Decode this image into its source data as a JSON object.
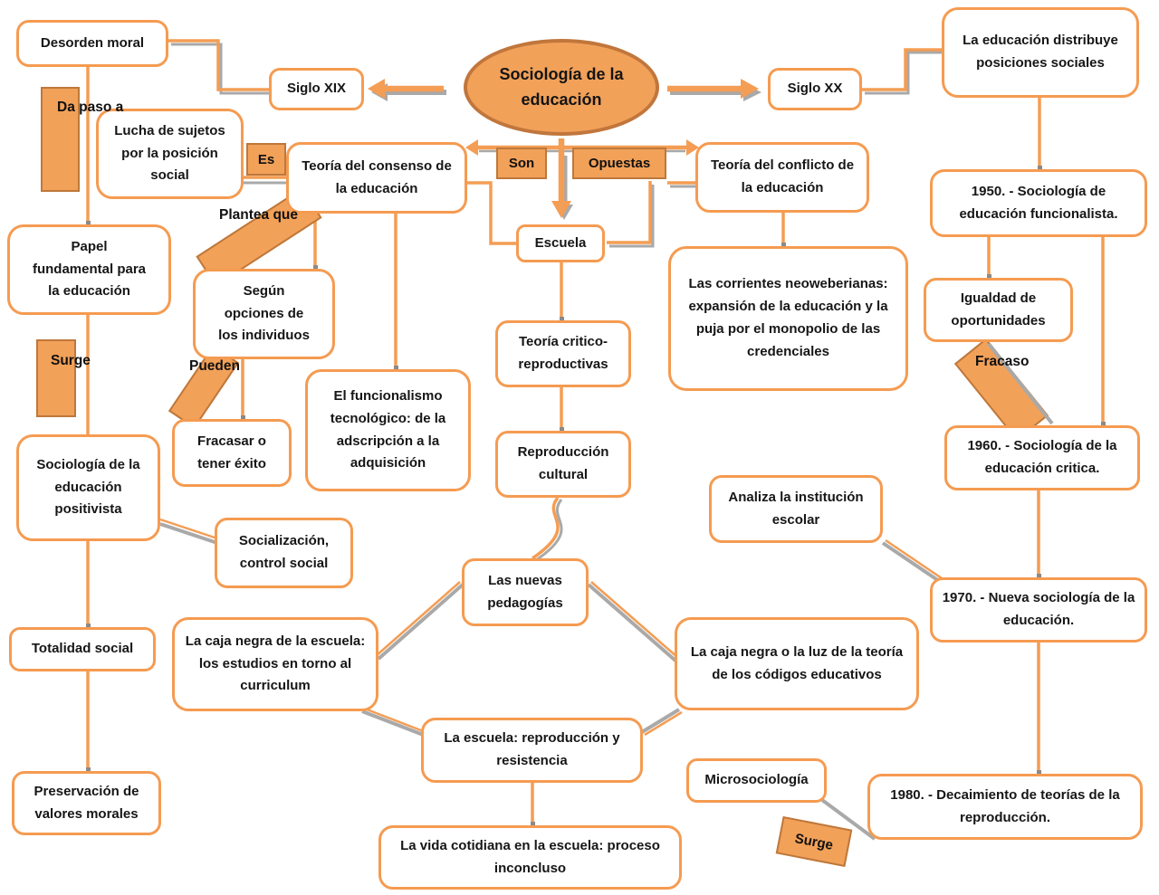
{
  "diagram_title": "Sociología de la educación",
  "colors": {
    "node_border": "#F59B51",
    "node_fill": "#FFFFFF",
    "accent_fill": "#F2A159",
    "accent_border": "#BE783B",
    "ellipse_border": "#C1763C",
    "connector": "#F49D54",
    "shadow_gray": "#A9A9A9",
    "text": "#161616"
  },
  "center": {
    "label": "Sociología de la educación"
  },
  "nodes": {
    "desorden_moral": {
      "label": "Desorden moral"
    },
    "siglo_xix": {
      "label": "Siglo XIX"
    },
    "siglo_xx": {
      "label": "Siglo XX"
    },
    "educacion_distribuye": {
      "label": "La educación distribuye posiciones sociales"
    },
    "lucha_sujetos": {
      "label": "Lucha de sujetos por la posición social"
    },
    "teoria_consenso": {
      "label": "Teoría del consenso de la educación"
    },
    "teoria_conflicto": {
      "label": "Teoría del conflicto de la educación"
    },
    "y1950": {
      "label": "1950. - Sociología de educación funcionalista."
    },
    "papel_fundamental": {
      "label": "Papel fundamental para la educación"
    },
    "segun_opciones": {
      "label": "Según opciones de los individuos"
    },
    "escuela": {
      "label": "Escuela"
    },
    "las_corrientes": {
      "label": "Las corrientes neoweberianas: expansión de la educación y la puja por el monopolio de las credenciales"
    },
    "igualdad": {
      "label": "Igualdad de oportunidades"
    },
    "teoria_critico": {
      "label": "Teoría critico-reproductivas"
    },
    "funcionalismo": {
      "label": "El funcionalismo tecnológico: de la adscripción a la adquisición"
    },
    "fracasar": {
      "label": "Fracasar o tener éxito"
    },
    "positivista": {
      "label": "Sociología de la educación positivista"
    },
    "reproduccion_cultural": {
      "label": "Reproducción cultural"
    },
    "y1960": {
      "label": "1960. - Sociología de la educación critica."
    },
    "analiza": {
      "label": "Analiza la institución escolar"
    },
    "socializacion": {
      "label": "Socialización, control social"
    },
    "nuevas_pedagogias": {
      "label": "Las nuevas pedagogías"
    },
    "y1970": {
      "label": "1970. - Nueva sociología de la educación."
    },
    "totalidad": {
      "label": "Totalidad social"
    },
    "caja_negra_escuela": {
      "label": "La caja negra de la escuela: los estudios en torno al curriculum"
    },
    "caja_negra_codigos": {
      "label": "La caja negra o la luz de la teoría de los códigos educativos"
    },
    "escuela_reproduccion": {
      "label": "La escuela: reproducción y resistencia"
    },
    "microsociologia": {
      "label": "Microsociología"
    },
    "y1980": {
      "label": "1980. - Decaimiento de teorías de la reproducción."
    },
    "preservacion": {
      "label": "Preservación de valores morales"
    },
    "vida_cotidiana": {
      "label": "La vida cotidiana en la escuela: proceso inconcluso"
    }
  },
  "edge_labels": {
    "da_paso_a": "Da paso a",
    "es": "Es",
    "son": "Son",
    "opuestas": "Opuestas",
    "plantea_que": "Plantea que",
    "pueden": "Pueden",
    "surge_left": "Surge",
    "fracaso": "Fracaso",
    "surge_bottom": "Surge"
  }
}
